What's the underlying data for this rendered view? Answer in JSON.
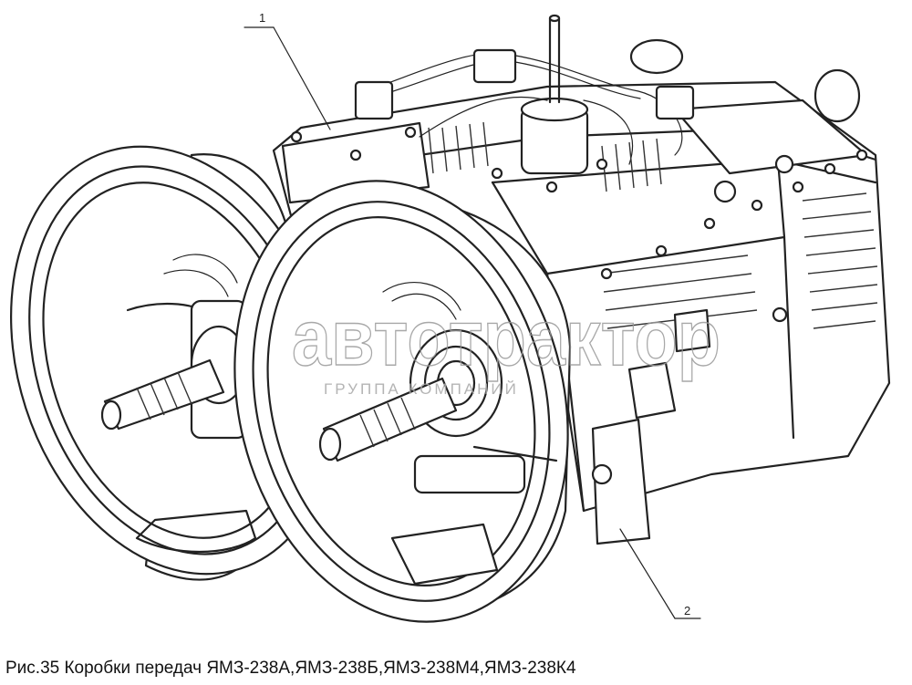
{
  "figure": {
    "caption": "Рис.35 Коробки передач ЯМЗ-238А,ЯМЗ-238Б,ЯМЗ-238М4,ЯМЗ-238К4",
    "callouts": [
      {
        "label": "1"
      },
      {
        "label": "2"
      }
    ],
    "watermark": {
      "logo": "автотрактор",
      "subtitle": "ГРУППА КОМПАНИЙ"
    }
  }
}
